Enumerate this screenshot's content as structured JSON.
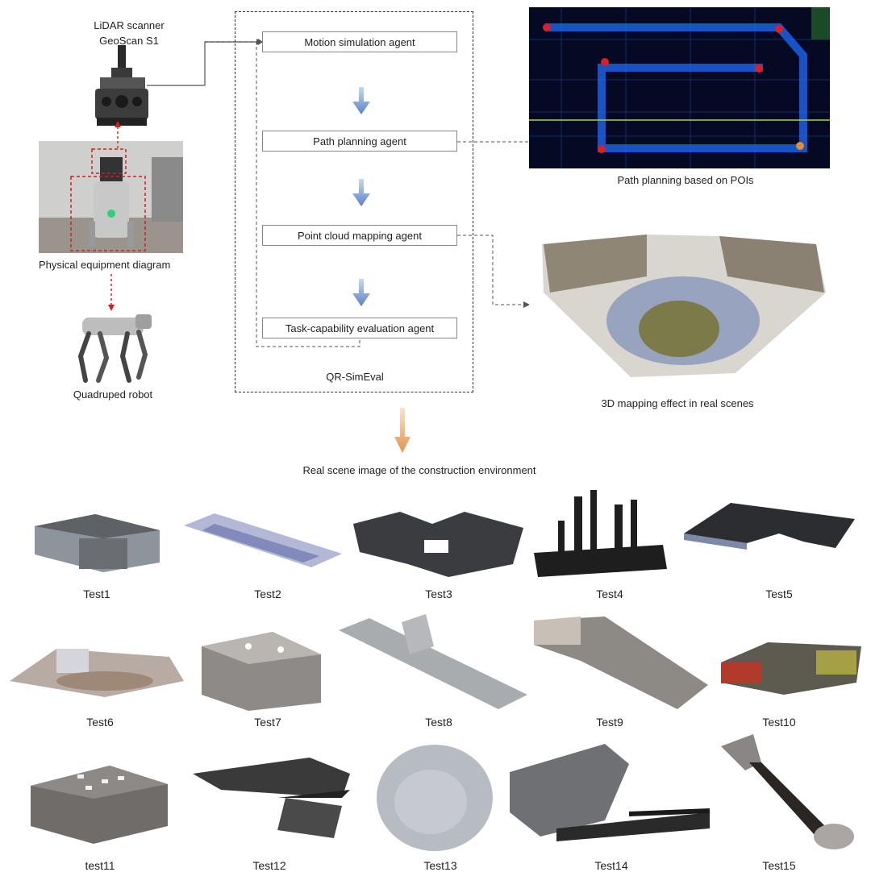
{
  "hardware": {
    "lidar_label_line1": "LiDAR scanner",
    "lidar_label_line2": "GeoScan S1",
    "physical_caption": "Physical equipment diagram",
    "robot_caption": "Quadruped robot"
  },
  "framework": {
    "name": "QR-SimEval",
    "agents": [
      "Motion simulation agent",
      "Path planning agent",
      "Point cloud mapping agent",
      "Task-capability evaluation agent"
    ]
  },
  "outputs": {
    "path_caption": "Path planning based on POIs",
    "mapping_caption": "3D mapping effect in real scenes"
  },
  "real_scene_caption": "Real scene image of the construction environment",
  "tests": [
    "Test1",
    "Test2",
    "Test3",
    "Test4",
    "Test5",
    "Test6",
    "Test7",
    "Test8",
    "Test9",
    "Test10",
    "test11",
    "Test12",
    "Test13",
    "Test14",
    "Test15"
  ],
  "colors": {
    "flow_arrow": "#6a8fc9",
    "down_arrow_orange": "#e8a05a",
    "path_blue": "#1e6cff",
    "poi_red": "#d9202a"
  }
}
